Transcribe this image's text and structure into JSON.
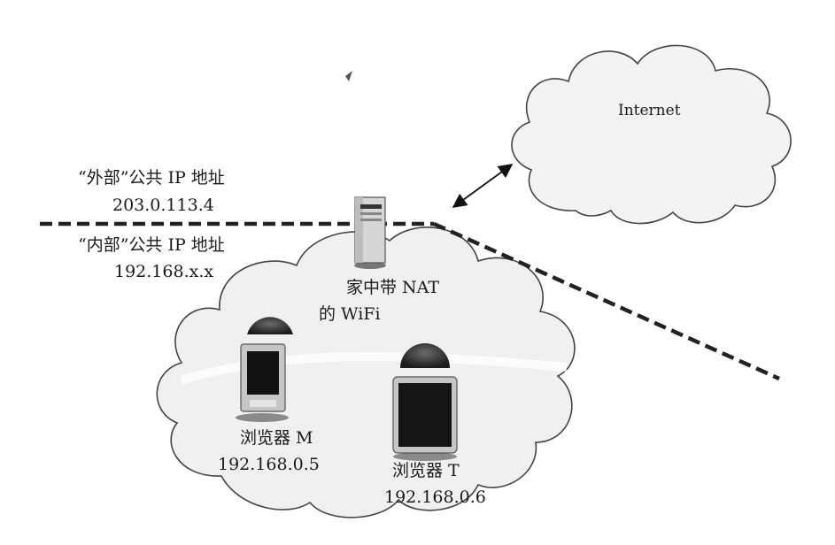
{
  "internet": {
    "label": "Internet"
  },
  "external": {
    "title": "“外部”公共 IP 地址",
    "address": "203.0.113.4"
  },
  "internal": {
    "title": "“内部”公共 IP 地址",
    "address": "192.168.x.x"
  },
  "router": {
    "line1": "家中带 NAT",
    "line2": "的 WiFi"
  },
  "browser_m": {
    "name": "浏览器 M",
    "ip": "192.168.0.5"
  },
  "browser_t": {
    "name": "浏览器 T",
    "ip": "192.168.0.6"
  }
}
